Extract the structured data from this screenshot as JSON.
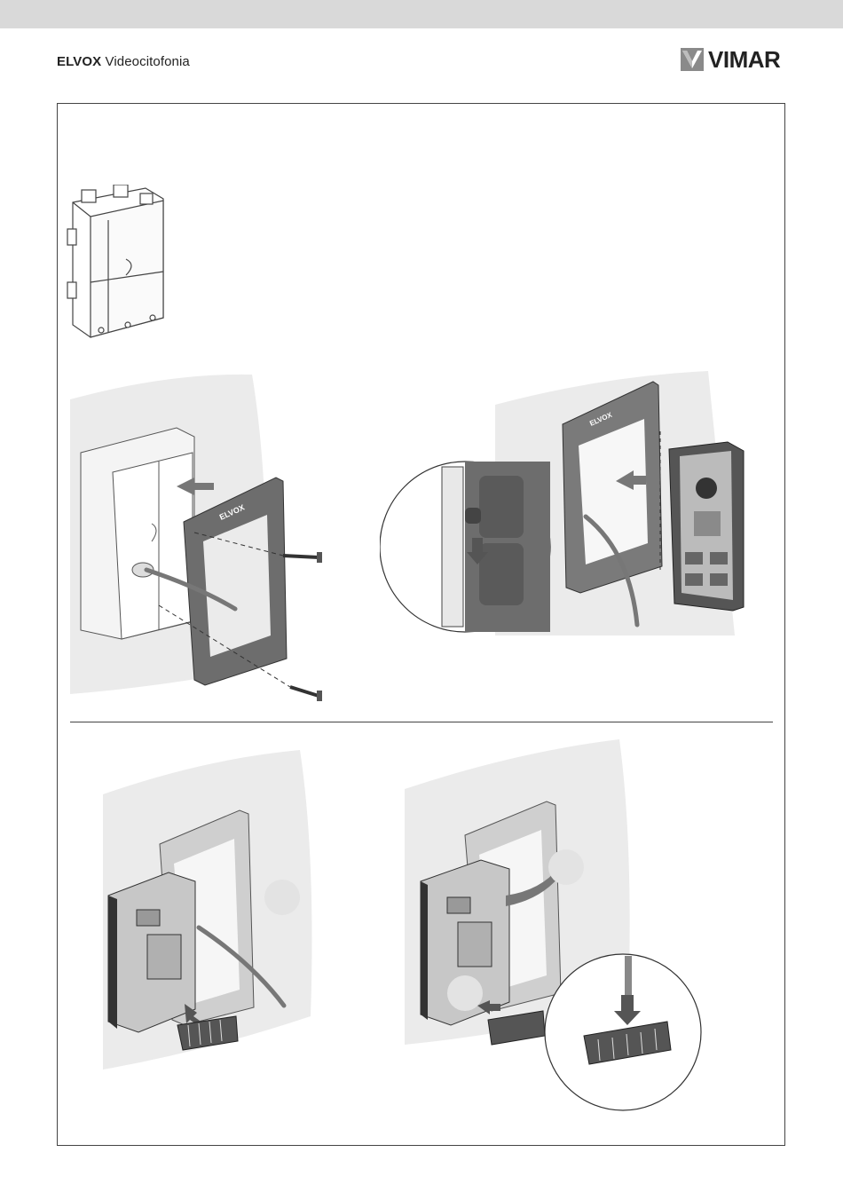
{
  "header": {
    "brand_bold": "ELVOX",
    "brand_rest": "Videocitofonia",
    "logo_text": "VIMAR"
  },
  "illustrations": {
    "bracket_label_top": "ELVOX",
    "bracket_label_bottom": "ELVOX"
  },
  "icons": [
    "vimar-logo-icon",
    "flush-box-icon",
    "screw-icon",
    "arrow-icon",
    "rotate-arrow-icon",
    "terminal-block-icon"
  ]
}
